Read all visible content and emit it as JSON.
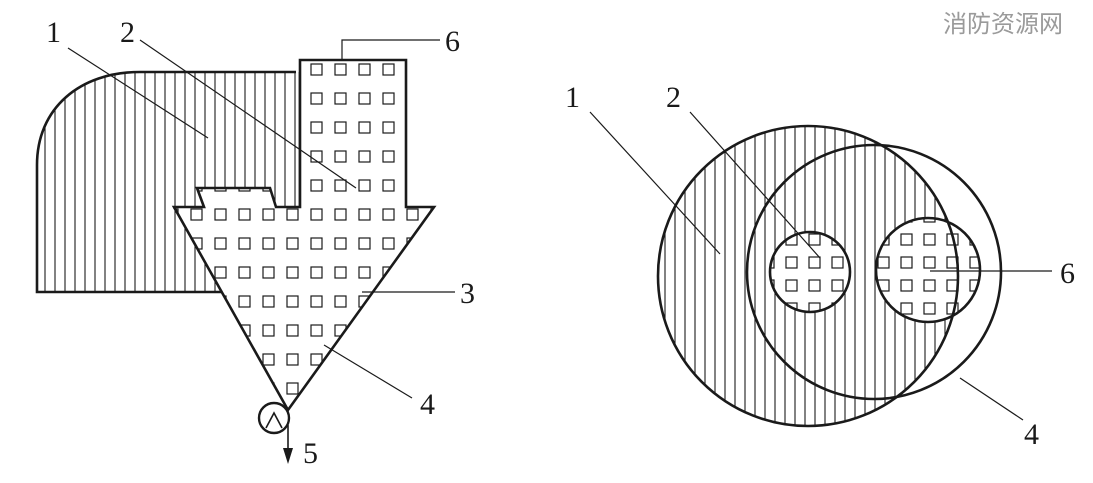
{
  "watermark": "消防资源网",
  "left_diagram": {
    "labels": {
      "l1": "1",
      "l2": "2",
      "l3": "3",
      "l4": "4",
      "l5": "5",
      "l6": "6"
    }
  },
  "right_diagram": {
    "labels": {
      "l1": "1",
      "l2": "2",
      "l4": "4",
      "l6": "6"
    }
  },
  "colors": {
    "ink": "#1a1a1a",
    "watermark": "#9a9a9a",
    "background": "#ffffff"
  }
}
